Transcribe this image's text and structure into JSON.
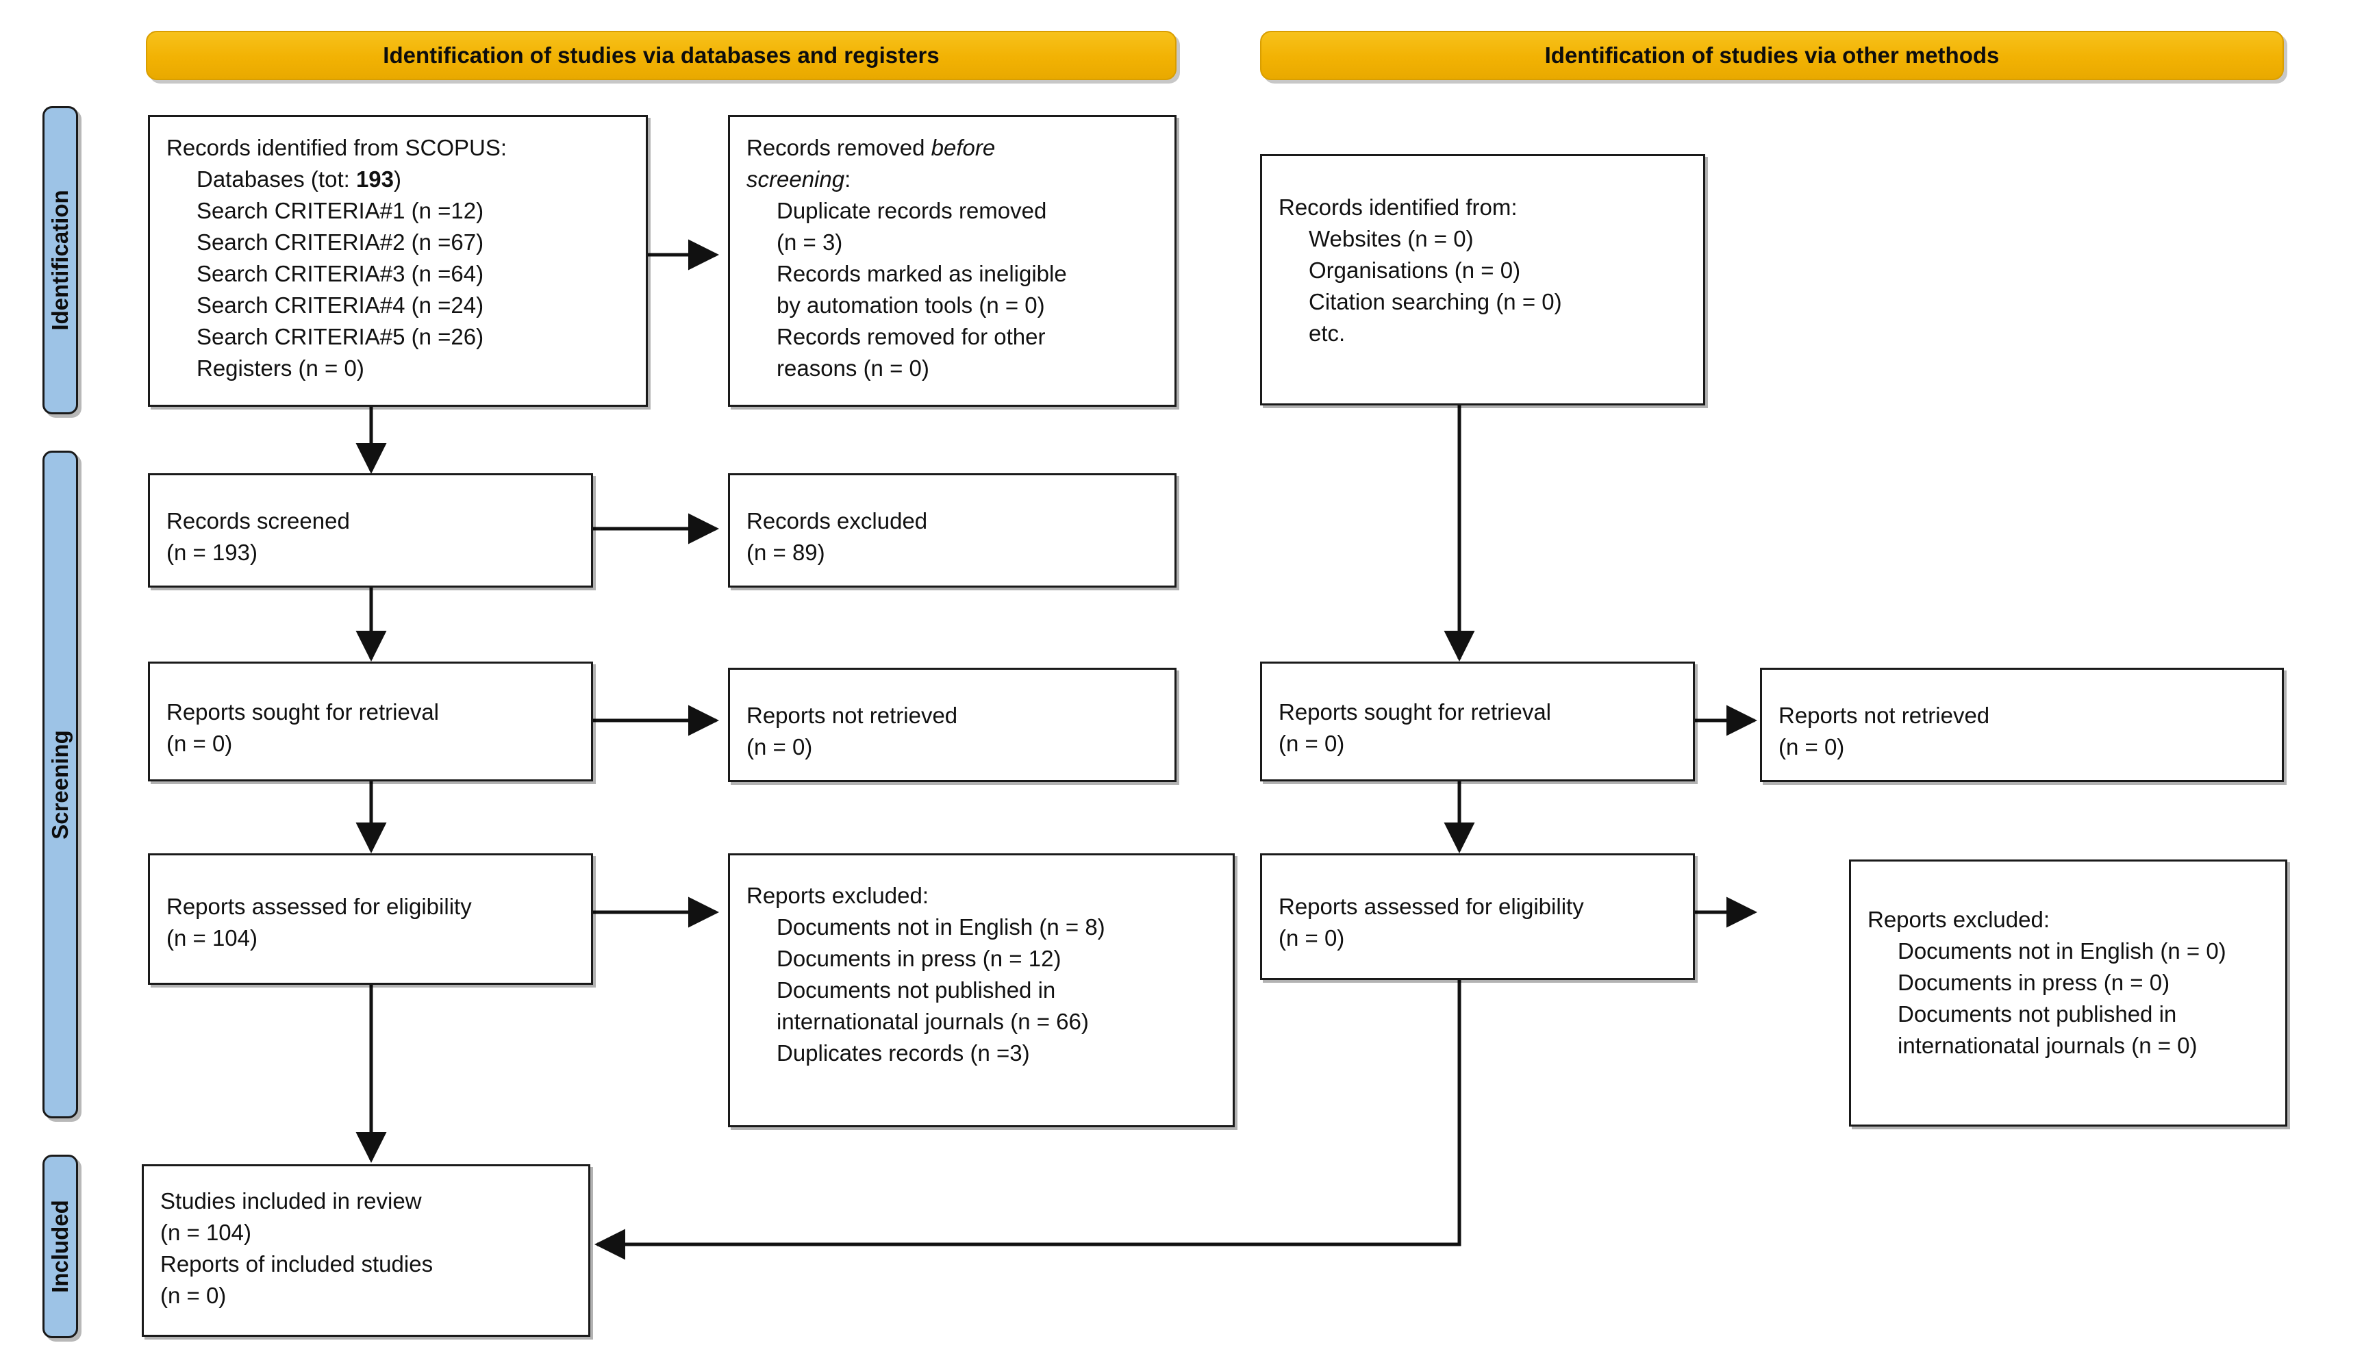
{
  "diagram": {
    "title": "PRISMA 2020 flow diagram",
    "colors": {
      "header_fill": "#F5B800",
      "phase_tab_fill": "#9DC3E6",
      "box_fill": "#FFFFFF",
      "stroke": "#1A1A1A"
    }
  },
  "phases": [
    {
      "label": "Identification"
    },
    {
      "label": "Screening"
    },
    {
      "label": "Included"
    }
  ],
  "headers": {
    "left": "Identification of studies via databases and registers",
    "right": "Identification of studies via other methods"
  },
  "boxes": {
    "records_identified": {
      "title": "Records identified from SCOPUS:",
      "lines": [
        "Databases (tot: ",
        "Search CRITERIA#1 (n =12)",
        "Search CRITERIA#2 (n =67)",
        "Search CRITERIA#3 (n =64)",
        "Search CRITERIA#4 (n =24)",
        "Search CRITERIA#5 (n =26)",
        "Registers (n = 0)"
      ],
      "databases_prefix": "Databases (tot: ",
      "databases_total": "193",
      "databases_suffix": ")",
      "criteria": [
        {
          "label": "Search CRITERIA#1 (n =12)"
        },
        {
          "label": "Search CRITERIA#2 (n =67)"
        },
        {
          "label": "Search CRITERIA#3 (n =64)"
        },
        {
          "label": "Search CRITERIA#4 (n =24)"
        },
        {
          "label": "Search CRITERIA#5 (n =26)"
        }
      ],
      "registers": "Registers (n = 0)"
    },
    "records_removed": {
      "title_pre": "Records removed ",
      "title_em": "before",
      "title_line2_em": "screening",
      "title_line2_post": ":",
      "items": [
        "Duplicate records removed",
        "(n = 3)",
        "Records marked as ineligible",
        "by automation tools (n = 0)",
        "Records removed for other",
        "reasons (n = 0)"
      ]
    },
    "records_screened": {
      "line1": "Records screened",
      "line2": "(n = 193)"
    },
    "records_excluded": {
      "line1": "Records excluded",
      "line2": "(n = 89)"
    },
    "reports_sought_left": {
      "line1": "Reports sought for retrieval",
      "line2": "(n = 0)"
    },
    "reports_not_retrieved_left": {
      "line1": "Reports not retrieved",
      "line2": "(n = 0)"
    },
    "reports_assessed_left": {
      "line1": "Reports assessed for eligibility",
      "line2": "(n = 104)"
    },
    "reports_excluded_left": {
      "title": "Reports excluded:",
      "items": [
        "Documents not in English (n = 8)",
        "Documents in press (n = 12)",
        "Documents not published in",
        "internationatal journals (n = 66)",
        "Duplicates records (n =3)"
      ]
    },
    "studies_included": {
      "line1": "Studies included in review",
      "line2": "(n = 104)",
      "line3": "Reports of included studies",
      "line4": "(n = 0)"
    },
    "records_identified_other": {
      "title": "Records identified from:",
      "items": [
        "Websites (n = 0)",
        "Organisations (n = 0)",
        "Citation searching (n = 0)",
        "etc."
      ]
    },
    "reports_sought_right": {
      "line1": "Reports sought for retrieval",
      "line2": "(n = 0)"
    },
    "reports_not_retrieved_right": {
      "line1": "Reports not retrieved",
      "line2": "(n = 0)"
    },
    "reports_assessed_right": {
      "line1": "Reports assessed for eligibility",
      "line2": "(n = 0)"
    },
    "reports_excluded_right": {
      "title": "Reports excluded:",
      "items": [
        "Documents not in English (n = 0)",
        "Documents in press (n = 0)",
        "Documents not published in",
        "internationatal journals (n = 0)"
      ]
    }
  }
}
